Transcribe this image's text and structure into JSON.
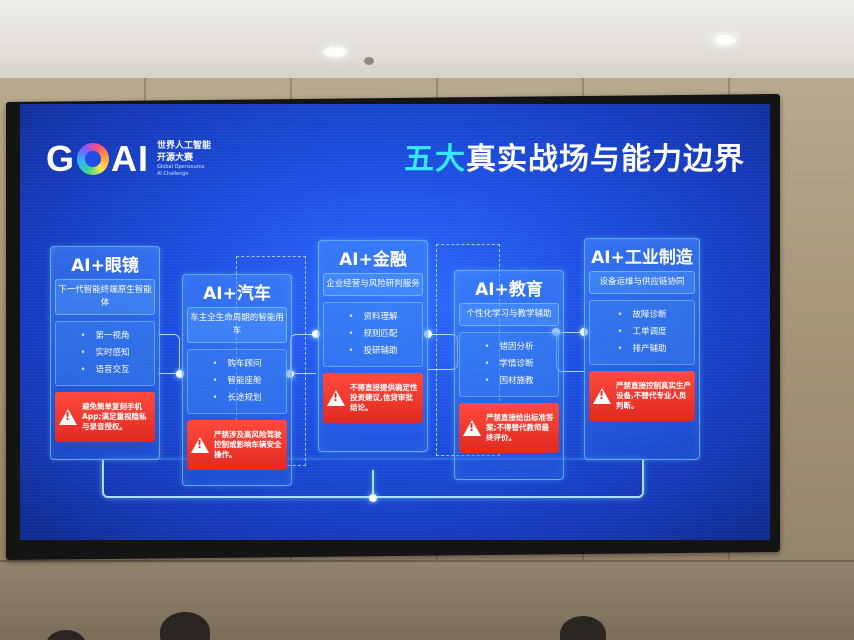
{
  "logo": {
    "text_g": "G",
    "text_ai": "AI",
    "name_line1": "世界人工智能",
    "name_line2": "开源大赛",
    "en_line1": "Global Opensource",
    "en_line2": "AI Challenge",
    "icon": "colorful-ring-icon"
  },
  "title": {
    "accent": "五大",
    "rest": "真实战场与能力边界"
  },
  "cards": [
    {
      "title": "AI+眼镜",
      "subtitle": "下一代智能终端原生智能体",
      "items": [
        "第一视角",
        "实时感知",
        "语音交互"
      ],
      "warning": "避免简单复刻手机App;满足重视隐私与录音授权。"
    },
    {
      "title": "AI+汽车",
      "subtitle": "车主全生命周期的智能用车",
      "items": [
        "购车顾问",
        "智能座舱",
        "长途规划"
      ],
      "warning": "严禁涉及高风险驾驶控制或影响车辆安全操作。"
    },
    {
      "title": "AI+金融",
      "subtitle": "企业经营与风险研判服务",
      "items": [
        "资料理解",
        "规则匹配",
        "投研辅助"
      ],
      "warning": "不得直接提供确定性投资建议,信贷审批结论。"
    },
    {
      "title": "AI+教育",
      "subtitle": "个性化学习与教学辅助",
      "items": [
        "错因分析",
        "学情诊断",
        "因材施教"
      ],
      "warning": "严禁直接给出标准答案;不得替代教师最终评价。"
    },
    {
      "title": "AI+工业制造",
      "subtitle": "设备运维与供应链协同",
      "items": [
        "故障诊断",
        "工单调度",
        "排产辅助"
      ],
      "warning": "严禁直接控制真实生产设备,不替代专业人员判断。"
    }
  ],
  "colors": {
    "screen_blue": "#1d4fe0",
    "title_accent": "#38e8ff",
    "warning_red": "#e02a22"
  }
}
